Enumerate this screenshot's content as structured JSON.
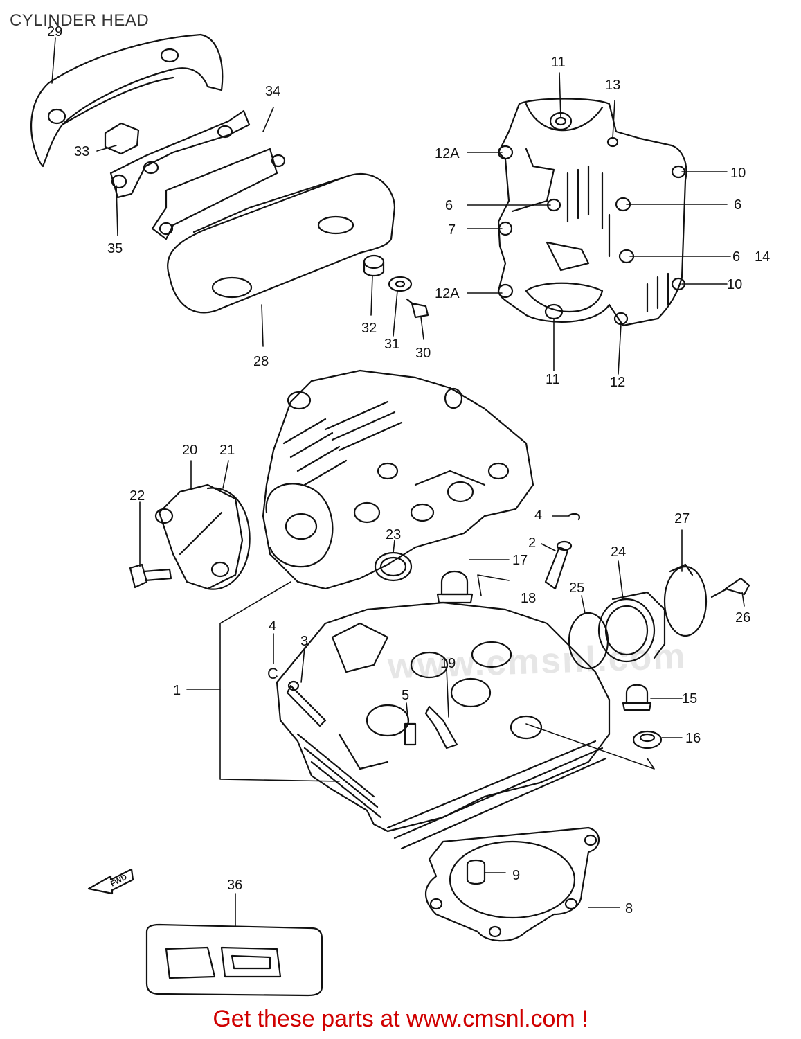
{
  "title": "CYLINDER HEAD",
  "watermark": "www.cmsnl.com",
  "footer": "Get these parts at www.cmsnl.com !",
  "fwd_label": "FWD",
  "callouts": {
    "c1": "1",
    "c2": "2",
    "c3": "3",
    "c4a": "4",
    "c4b": "4",
    "c5": "5",
    "c6a": "6",
    "c6b": "6",
    "c6c": "6",
    "c7": "7",
    "c8": "8",
    "c9": "9",
    "c10a": "10",
    "c10b": "10",
    "c11a": "11",
    "c11b": "11",
    "c12": "12",
    "c12Aa": "12A",
    "c12Ab": "12A",
    "c13": "13",
    "c14": "14",
    "c15": "15",
    "c16": "16",
    "c17": "17",
    "c18": "18",
    "c19": "19",
    "c20": "20",
    "c21": "21",
    "c22": "22",
    "c23": "23",
    "c24": "24",
    "c25": "25",
    "c26": "26",
    "c27": "27",
    "c28": "28",
    "c29": "29",
    "c30": "30",
    "c31": "31",
    "c32": "32",
    "c33": "33",
    "c34": "34",
    "c35": "35",
    "c36": "36"
  }
}
